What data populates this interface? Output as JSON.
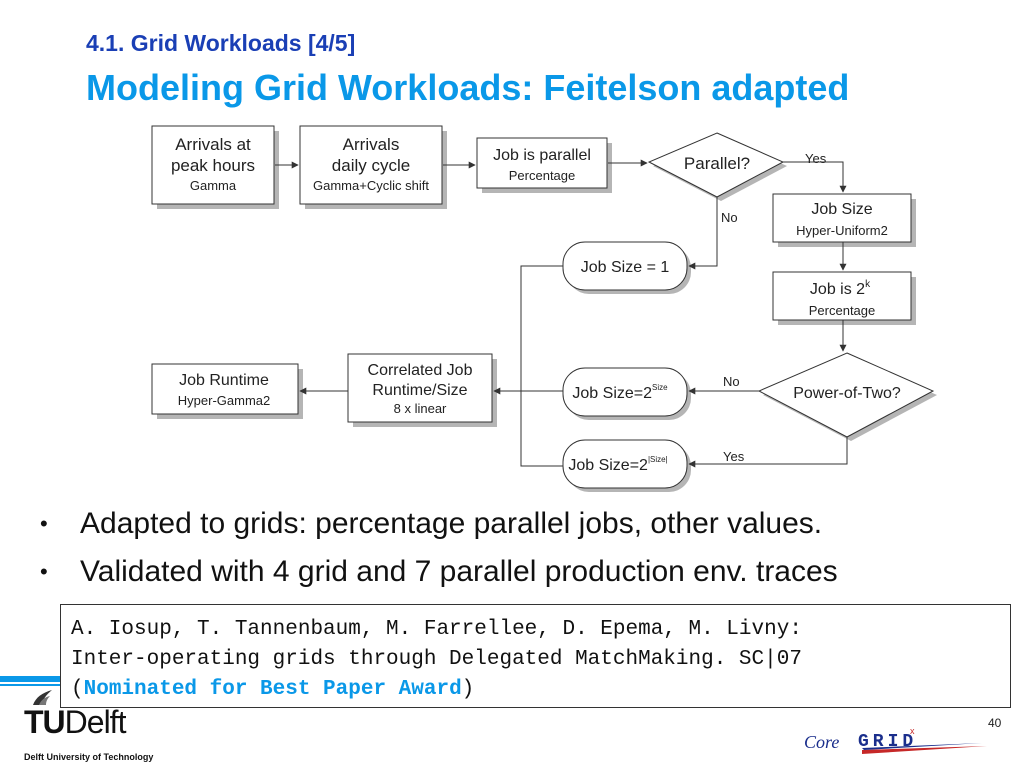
{
  "header": {
    "subtitle": "4.1. Grid Workloads [4/5]",
    "title": "Modeling Grid Workloads: Feitelson adapted"
  },
  "diagram": {
    "arrivals_peak": {
      "line1": "Arrivals at",
      "line2": "peak hours",
      "line3": "Gamma"
    },
    "arrivals_daily": {
      "line1": "Arrivals",
      "line2": "daily cycle",
      "line3": "Gamma+Cyclic shift"
    },
    "job_parallel": {
      "line1": "Job is parallel",
      "line2": "Percentage"
    },
    "parallel_decision": "Parallel?",
    "yes_label_top": "Yes",
    "no_label_mid": "No",
    "job_size_box": {
      "line1": "Job Size",
      "line2": "Hyper-Uniform2"
    },
    "job_size_one": "Job Size = 1",
    "job_is_2k": {
      "base": "Job is 2",
      "sup": "k",
      "line2": "Percentage"
    },
    "power_decision": "Power-of-Two?",
    "no_label_power": "No",
    "yes_label_power": "Yes",
    "job_size_2size": {
      "base": "Job Size=2",
      "sup": "Size"
    },
    "job_size_2abs": {
      "base": "Job Size=2",
      "sup": "|Size|"
    },
    "correlated": {
      "line1": "Correlated Job",
      "line2": "Runtime/Size",
      "line3": "8 x linear"
    },
    "job_runtime": {
      "line1": "Job Runtime",
      "line2": "Hyper-Gamma2"
    }
  },
  "bullets": [
    "Adapted to grids: percentage parallel jobs, other values.",
    "Validated with 4 grid and 7 parallel production env. traces"
  ],
  "citation": {
    "line1": "A. Iosup, T. Tannenbaum, M. Farrellee, D. Epema, M. Livny:",
    "line2": "Inter-operating grids through Delegated MatchMaking. SC|07",
    "line3_open": "(",
    "award": "Nominated for Best Paper Award",
    "line3_close": ")"
  },
  "footer": {
    "page_number": "40",
    "logo_tu": "TU",
    "logo_delft": "Delft",
    "logo_sub": "Delft University of Technology",
    "coregrid_core": "Core",
    "coregrid_grid": "GRID"
  },
  "colors": {
    "title_blue": "#0a98e8",
    "subtitle_blue": "#1a3fb5",
    "box_shadow": "#b5b5b5"
  }
}
